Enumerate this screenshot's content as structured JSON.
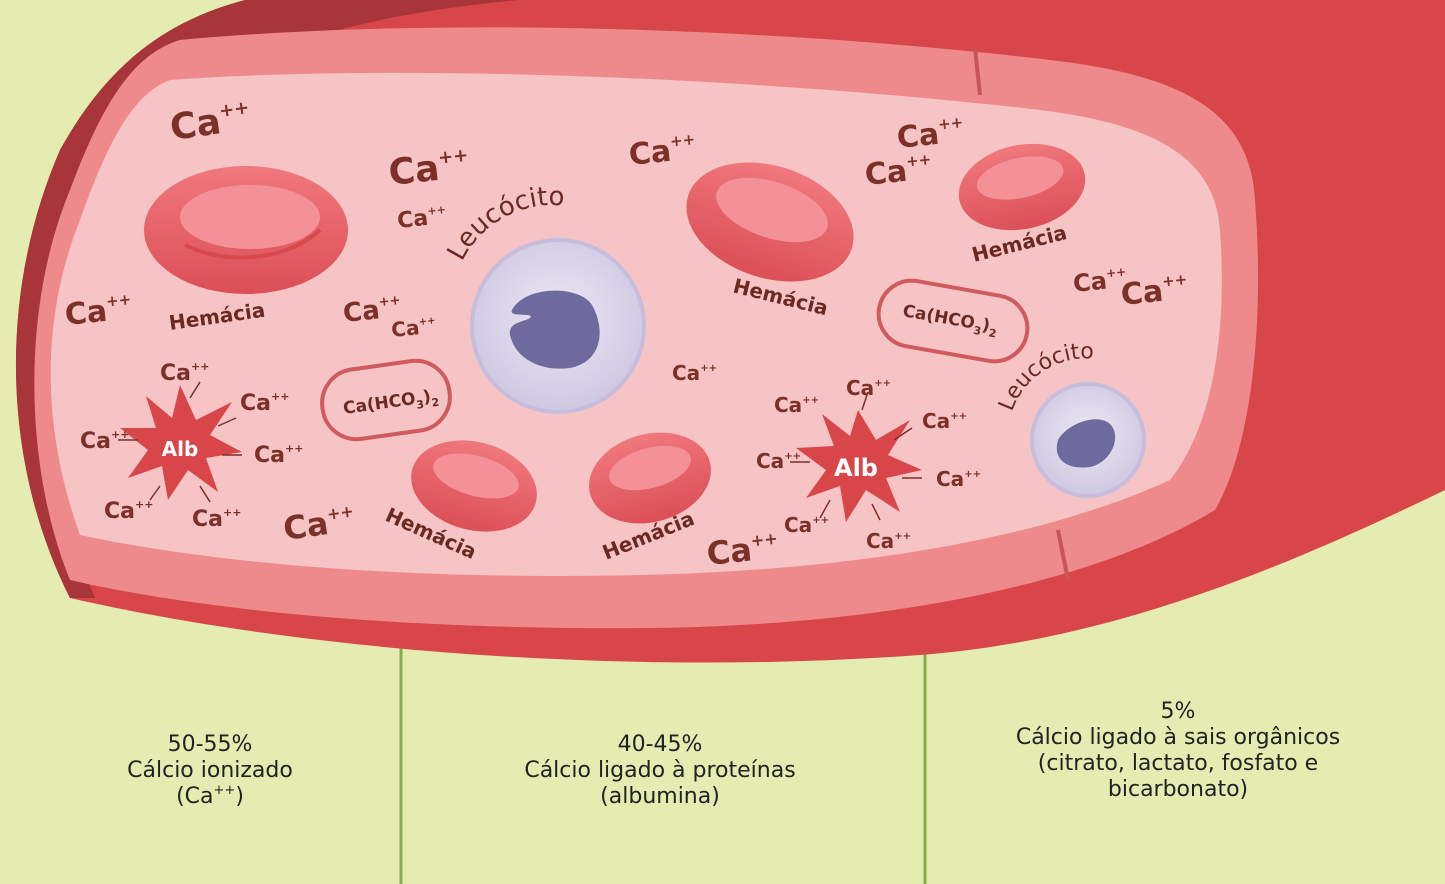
{
  "colors": {
    "background": "#e5ecb1",
    "vessel_wall": "#d9464a",
    "vessel_dark": "#a8353a",
    "lumen": "#f6c4c4",
    "rbc": "#ef6a70",
    "wbc": "#dcd6ea",
    "nucleus": "#6f6a9d",
    "divider": "#8aab4a"
  },
  "labels": {
    "ion": "Ca",
    "charge": "++",
    "rbc": "Hemácia",
    "wbc": "Leucócito",
    "albumin": "Alb",
    "salt_prefix": "Ca(HCO",
    "salt_sub": "3",
    "salt_close": ")",
    "salt_sub2": "2"
  },
  "columns": [
    {
      "percent": "50-55%",
      "line1": "Cálcio ionizado",
      "line2_prefix": "(Ca",
      "line2_sup": "++",
      "line2_suffix": ")"
    },
    {
      "percent": "40-45%",
      "line1": "Cálcio ligado à proteínas",
      "line2": "(albumina)"
    },
    {
      "percent": "5%",
      "line1": "Cálcio ligado à sais orgânicos",
      "line2": "(citrato, lactato, fosfato e",
      "line3": "bicarbonato)"
    }
  ]
}
